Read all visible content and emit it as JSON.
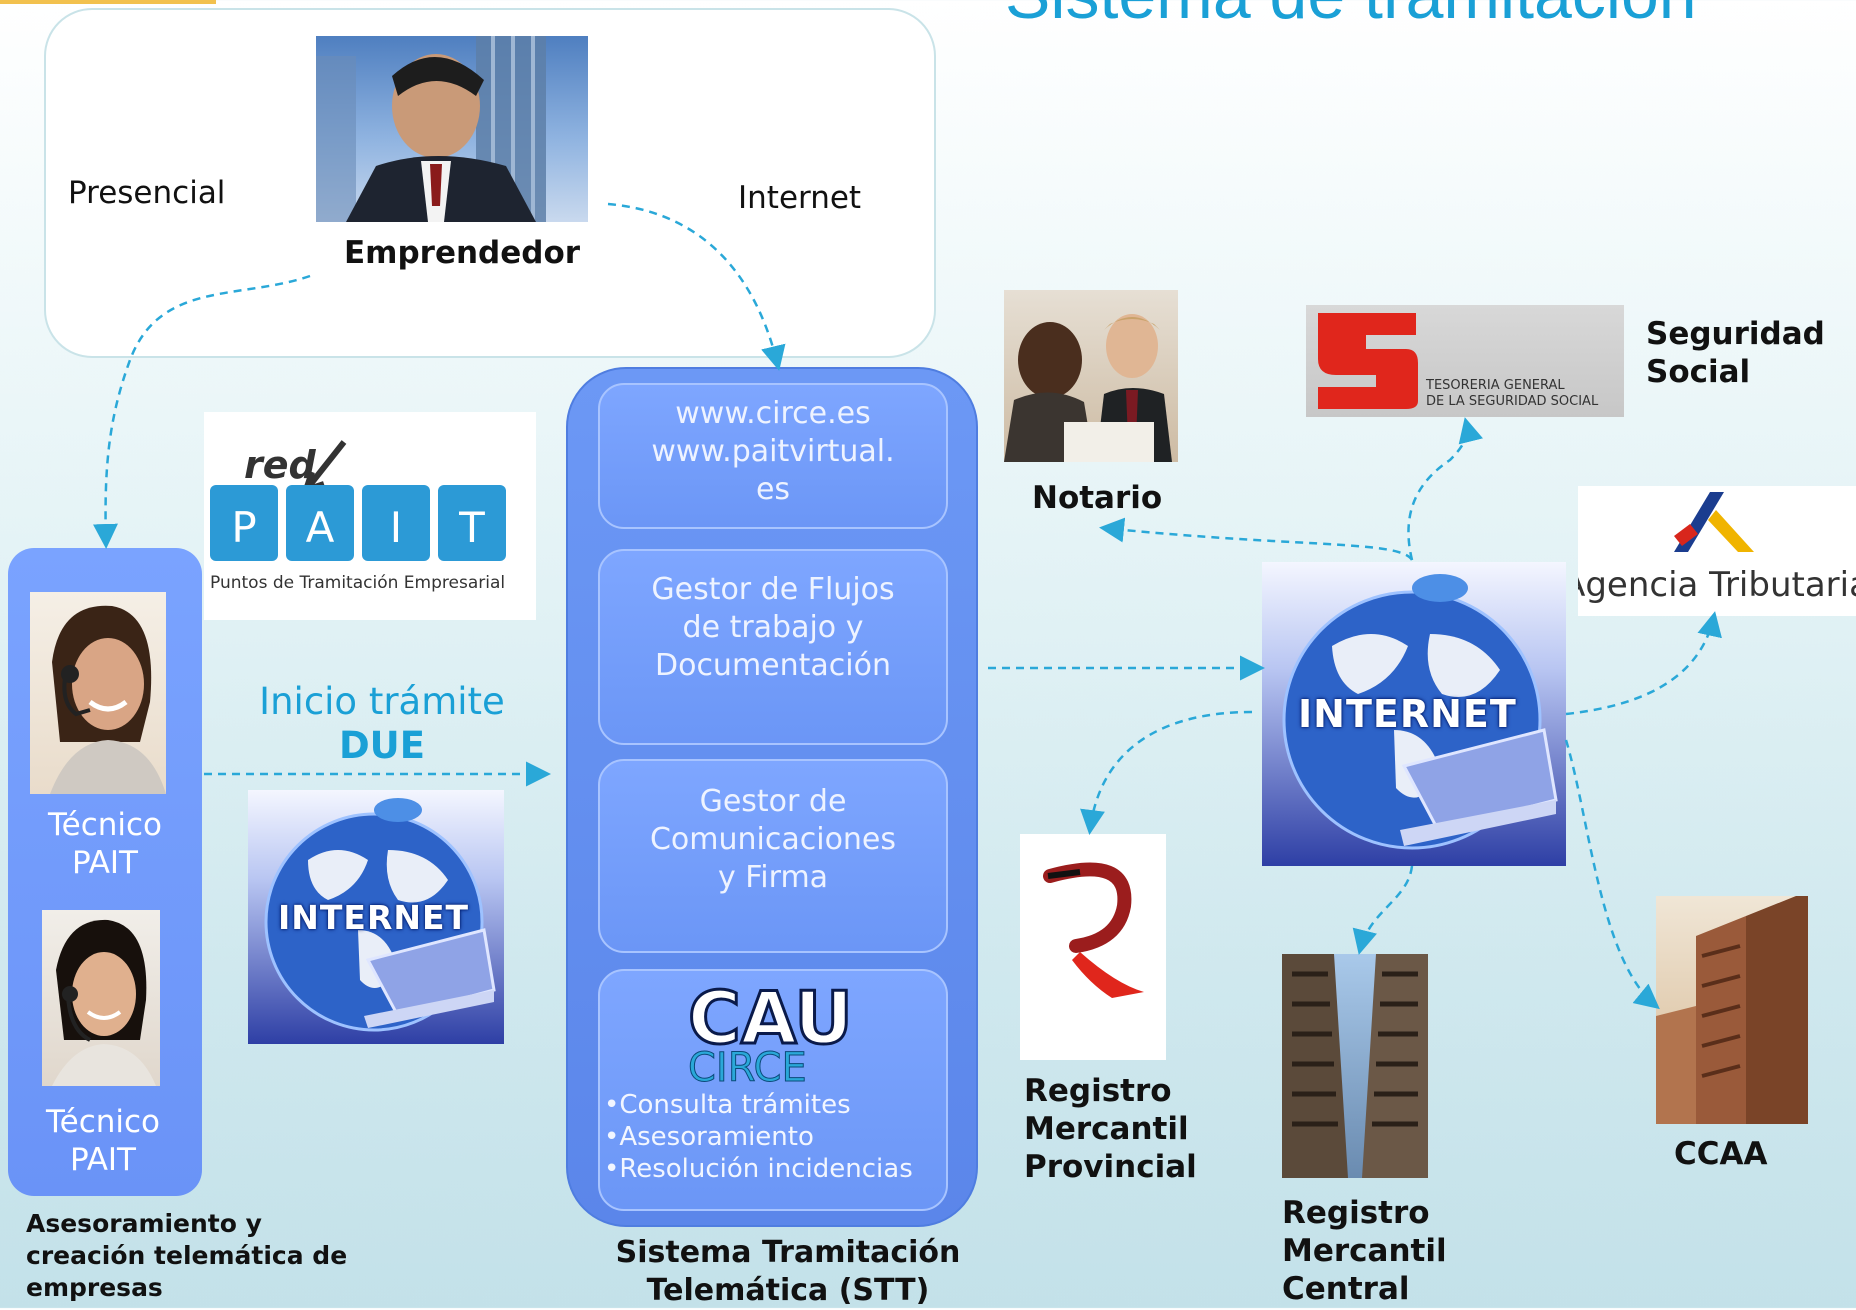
{
  "title": "Sistema de tramitación",
  "top": {
    "presencial": "Presencial",
    "internet": "Internet",
    "emprendedor": "Emprendedor"
  },
  "red_pait": {
    "red": "red",
    "letters": [
      "P",
      "A",
      "I",
      "T"
    ],
    "caption": "Puntos de Tramitación Empresarial"
  },
  "left_panel": {
    "tecnico1_line1": "Técnico",
    "tecnico1_line2": "PAIT",
    "tecnico2_line1": "Técnico",
    "tecnico2_line2": "PAIT",
    "caption_line1": "Asesoramiento y",
    "caption_line2": "creación telemática de",
    "caption_line3": "empresas"
  },
  "inicio": {
    "line1": "Inicio trámite",
    "line2": "DUE"
  },
  "internet_label": "INTERNET",
  "stt": {
    "web_line1": "www.circe.es",
    "web_line2": "www.paitvirtual.",
    "web_line3": "es",
    "gestor_flujos_line1": "Gestor de Flujos",
    "gestor_flujos_line2": "de trabajo y",
    "gestor_flujos_line3": "Documentación",
    "gestor_com_line1": "Gestor de",
    "gestor_com_line2": "Comunicaciones",
    "gestor_com_line3": "y Firma",
    "cau_title": "CAU",
    "cau_sub": "CIRCE",
    "cau_items": [
      "•Consulta trámites",
      "•Asesoramiento",
      "•Resolución incidencias"
    ],
    "caption_line1": "Sistema Tramitación",
    "caption_line2": "Telemática (STT)"
  },
  "destinations": {
    "notario": "Notario",
    "seguridad_line1": "Seguridad",
    "seguridad_line2": "Social",
    "tgss_line1": "TESORERIA GENERAL",
    "tgss_line2": "DE LA SEGURIDAD SOCIAL",
    "agencia": "Agencia Tributaria",
    "rmp_line1": "Registro",
    "rmp_line2": "Mercantil",
    "rmp_line3": "Provincial",
    "rmc_line1": "Registro",
    "rmc_line2": "Mercantil",
    "rmc_line3": "Central",
    "ccaa": "CCAA"
  },
  "colors": {
    "accent": "#1aa0d6",
    "panel_blue": "#6a93f7",
    "arrow": "#2aa8d8",
    "tgss_red": "#e0261c",
    "aeat_red": "#d8261c",
    "aeat_yellow": "#f0b400",
    "aeat_blue": "#1b3d8f"
  }
}
